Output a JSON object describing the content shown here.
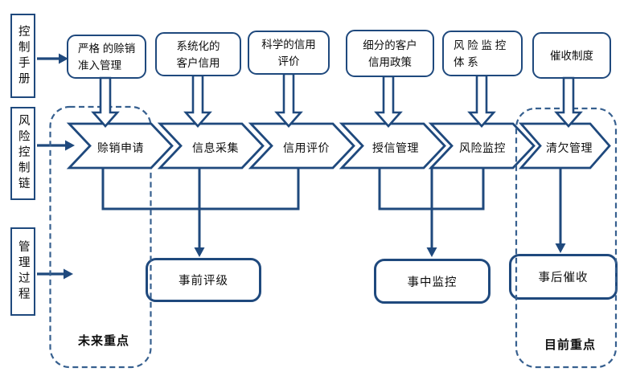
{
  "left_labels": {
    "control_manual": "控制手册",
    "risk_control_chain": "风险控制链",
    "management_process": "管理过程"
  },
  "top_boxes": [
    {
      "label": "严格 的赊销\n准入管理"
    },
    {
      "label": "系统化的\n客户信用"
    },
    {
      "label": "科学的信用\n评价"
    },
    {
      "label": "细分的客户\n信用政策"
    },
    {
      "label": "风 险 监 控\n体 系"
    },
    {
      "label": "催收制度"
    }
  ],
  "process_steps": [
    {
      "label": "赊销申请"
    },
    {
      "label": "信息采集"
    },
    {
      "label": "信用评价"
    },
    {
      "label": "授信管理"
    },
    {
      "label": "风险监控"
    },
    {
      "label": "清欠管理"
    }
  ],
  "stage_boxes": [
    {
      "label": "事前评级"
    },
    {
      "label": "事中监控"
    },
    {
      "label": "事后催收"
    }
  ],
  "region_labels": {
    "left": "未来重点",
    "right": "目前重点"
  },
  "colors": {
    "outline": "#1f497d",
    "dashed_outline": "#37608f",
    "text": "#0d0d0d",
    "background": "#ffffff"
  }
}
